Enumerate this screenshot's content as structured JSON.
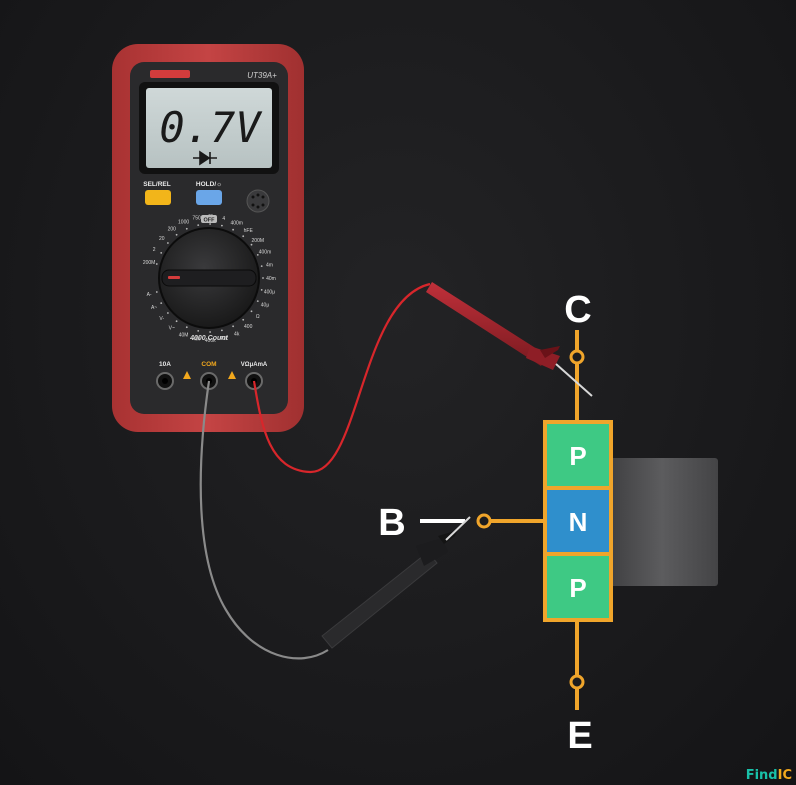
{
  "meter": {
    "model": "UT39A+",
    "reading": "0.7V",
    "sel_rel_label": "SEL/REL",
    "hold_label": "HOLD/☼",
    "count_label": "4000 Count",
    "jack_10a": "10A",
    "jack_com": "COM",
    "jack_vohm": "VΩμAmA",
    "dial_off": "OFF",
    "dial_labels": [
      "200M",
      "2",
      "20",
      "200",
      "1000",
      "750",
      "40",
      "4",
      "400m",
      "hFE",
      "200M",
      "400m",
      "4m",
      "40m",
      "400μ",
      "40μ",
      "Ω",
      "400",
      "4k",
      "40k",
      "400k",
      "4M",
      "40M",
      "V~",
      "V-",
      "A~",
      "A-"
    ]
  },
  "transistor": {
    "type": "PNP",
    "layers": [
      "P",
      "N",
      "P"
    ],
    "terminals": {
      "collector": "C",
      "base": "B",
      "emitter": "E"
    }
  },
  "colors": {
    "meter_body": "#b93a3a",
    "p_layer": "#3ec984",
    "n_layer": "#2f8fcc",
    "frame": "#f0a52b",
    "red_lead": "#d8262b",
    "black_lead": "#8a8a8a",
    "heatsink": "#555555"
  },
  "brand": {
    "part1": "Find",
    "part2": "IC"
  }
}
